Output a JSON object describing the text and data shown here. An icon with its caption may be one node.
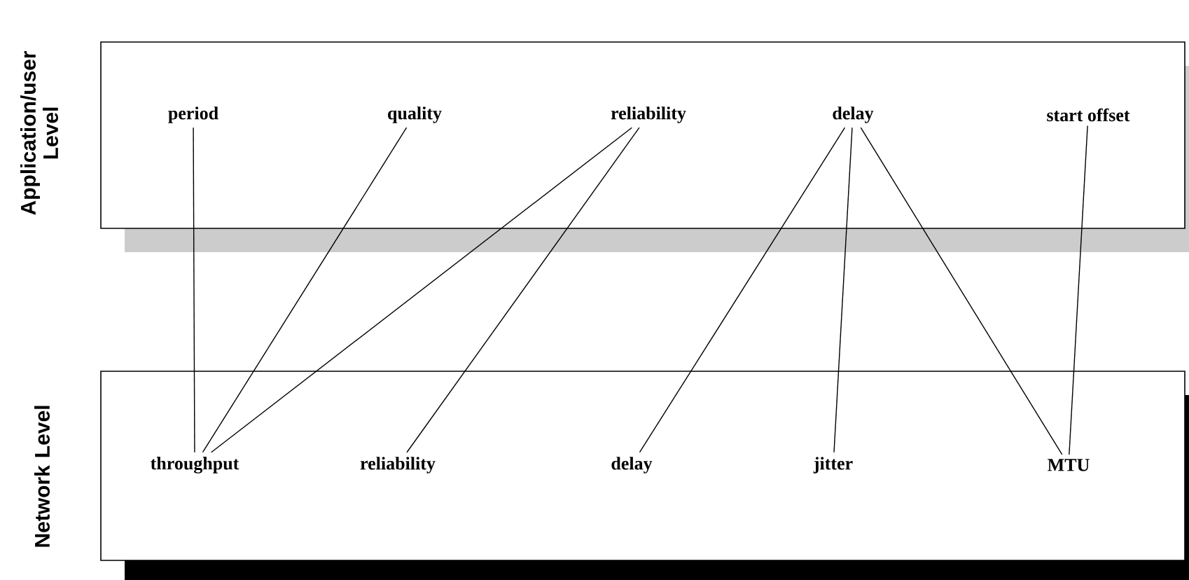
{
  "diagram": {
    "nodes": [
      {
        "text": [
          "Application/user Level"
        ]
      },
      {
        "text": [
          "period"
        ],
        "in": 0
      },
      {
        "text": [
          "quality"
        ],
        "in": 0
      },
      {
        "text": [
          "reliability"
        ],
        "in": 0
      },
      {
        "text": [
          "delay"
        ],
        "in": 0
      },
      {
        "text": [
          "start offset"
        ],
        "in": 0
      },
      {
        "text": [
          "Network Level"
        ]
      },
      {
        "text": [
          "throughput"
        ],
        "in": 6
      },
      {
        "text": [
          "reliability"
        ],
        "in": 6
      },
      {
        "text": [
          "delay"
        ],
        "in": 6
      },
      {
        "text": [
          "jitter"
        ],
        "in": 6
      },
      {
        "text": [
          "MTU"
        ],
        "in": 6
      }
    ],
    "edges": [
      {
        "from": 1,
        "to": 7,
        "arrow": "none"
      },
      {
        "from": 2,
        "to": 7,
        "arrow": "none"
      },
      {
        "from": 3,
        "to": 7,
        "arrow": "none"
      },
      {
        "from": 3,
        "to": 8,
        "arrow": "none"
      },
      {
        "from": 4,
        "to": 9,
        "arrow": "none"
      },
      {
        "from": 4,
        "to": 10,
        "arrow": "none"
      },
      {
        "from": 4,
        "to": 11,
        "arrow": "none"
      },
      {
        "from": 5,
        "to": 11,
        "arrow": "none"
      }
    ]
  }
}
